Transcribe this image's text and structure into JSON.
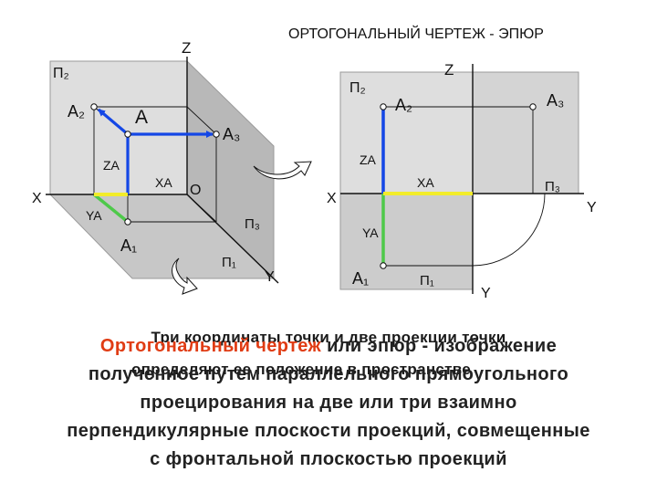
{
  "header": {
    "title": "ОРТОГОНАЛЬНЫЙ ЧЕРТЕЖ - ЭПЮР"
  },
  "left_diagram": {
    "axis_z": "Z",
    "axis_x": "X",
    "axis_y": "Y",
    "origin": "O",
    "plane_pi2": "П₂",
    "plane_pi3": "П₃",
    "plane_pi1": "П₁",
    "point_a": "A",
    "point_a1": "A₁",
    "point_a2": "A₂",
    "point_a3": "A₃",
    "coord_za": "ZA",
    "coord_xa": "XA",
    "coord_ya": "YA"
  },
  "right_diagram": {
    "axis_z": "Z",
    "axis_x": "X",
    "axis_y_right": "Y",
    "axis_y_bottom": "Y",
    "plane_pi2": "П₂",
    "plane_pi3": "П₃",
    "plane_pi1": "П₁",
    "point_a1": "A₁",
    "point_a2": "A₂",
    "point_a3": "A₃",
    "coord_za": "ZA",
    "coord_xa": "XA",
    "coord_ya": "YA"
  },
  "overlap_text": {
    "line1": "Три координаты точки и две проекции точки",
    "line2": "определяют ее положение в пространстве"
  },
  "definition": {
    "term": "Ортогональный чертеж",
    "rest_line1": " или эпюр - изображение",
    "line2": "полученное путем параллельного прямоугольного",
    "line3": "проецирования на две или три взаимно",
    "line4": "перпендикулярные плоскости проекций,  совмещенные",
    "line5": "с фронтальной плоскостью проекций"
  },
  "colors": {
    "blue": "#1447e6",
    "green": "#4ec94a",
    "yellow": "#f2ec2a",
    "plane_light": "#dedede",
    "plane_mid": "#cfcfcf",
    "plane_dark": "#bdbdbd",
    "accent_red": "#e03c14"
  }
}
